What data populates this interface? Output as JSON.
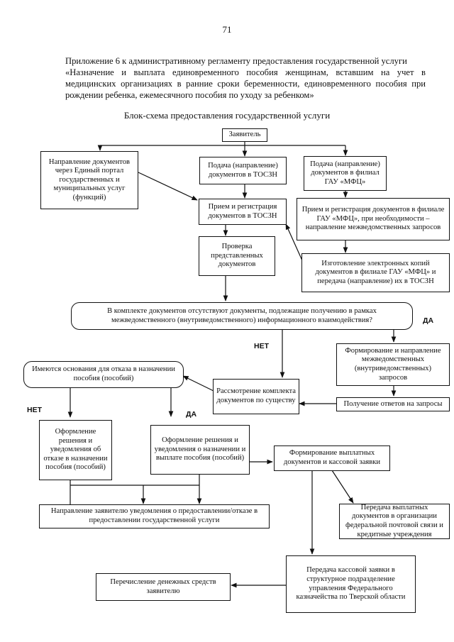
{
  "page": {
    "number": "71",
    "intro_first": "Приложение 6 к административному регламенту предоставления государственной услуги",
    "intro_body": "«Назначение и выплата единовременного пособия женщинам, вставшим на учет в медицинских организациях в ранние сроки беременности, единовременного пособия при рождении ребенка, ежемесячного пособия по уходу за ребенком»",
    "diagram_title": "Блок-схема предоставления государственной услуги"
  },
  "diagram": {
    "nodes": {
      "applicant": "Заявитель",
      "portal": "Направление документов через Единый портал государственных и муниципальных услуг (функций)",
      "submit_toszn": "Подача (направление) документов в ТОСЗН",
      "submit_mfc": "Подача (направление) документов в филиал ГАУ «МФЦ»",
      "register_toszn": "Прием и регистрация документов в ТОСЗН",
      "register_mfc": "Прием и регистрация документов в филиале ГАУ «МФЦ», при необходимости – направление межведомственных запросов",
      "check_docs": "Проверка представленных документов",
      "electronic_copies": "Изготовление электронных копий документов в филиале ГАУ «МФЦ» и передача (направление) их в ТОСЗН",
      "decision_missing": "В комплекте документов отсутствуют документы, подлежащие получению в рамках межведомственного (внутриведомственного) информационного взаимодействия?",
      "form_requests": "Формирование и направление межведомственных (внутриведомственных) запросов",
      "review": "Рассмотрение комплекта документов по существу",
      "responses": "Получение ответов на запросы",
      "decision_refusal": "Имеются основания для отказа в назначении пособия (пособий)",
      "refusal_notice": "Оформление решения и уведомления об отказе в назначении пособия (пособий)",
      "grant_notice": "Оформление решения и уведомления о назначении и выплате пособия (пособий)",
      "payment_docs": "Формирование выплатных документов и кассовой заявки",
      "send_notice": "Направление заявителю уведомления о предоставлении/отказе в предоставлении государственной услуги",
      "transfer_docs": "Передача выплатных документов в организации федеральной почтовой связи и кредитные учреждения",
      "treasury": "Передача кассовой заявки в структурное подразделение управления Федерального казначейства по Тверской области",
      "money_transfer": "Перечисление денежных средств заявителю"
    },
    "labels": {
      "yes_1": "ДА",
      "no_1": "НЕТ",
      "no_2": "НЕТ",
      "yes_2": "ДА"
    }
  }
}
